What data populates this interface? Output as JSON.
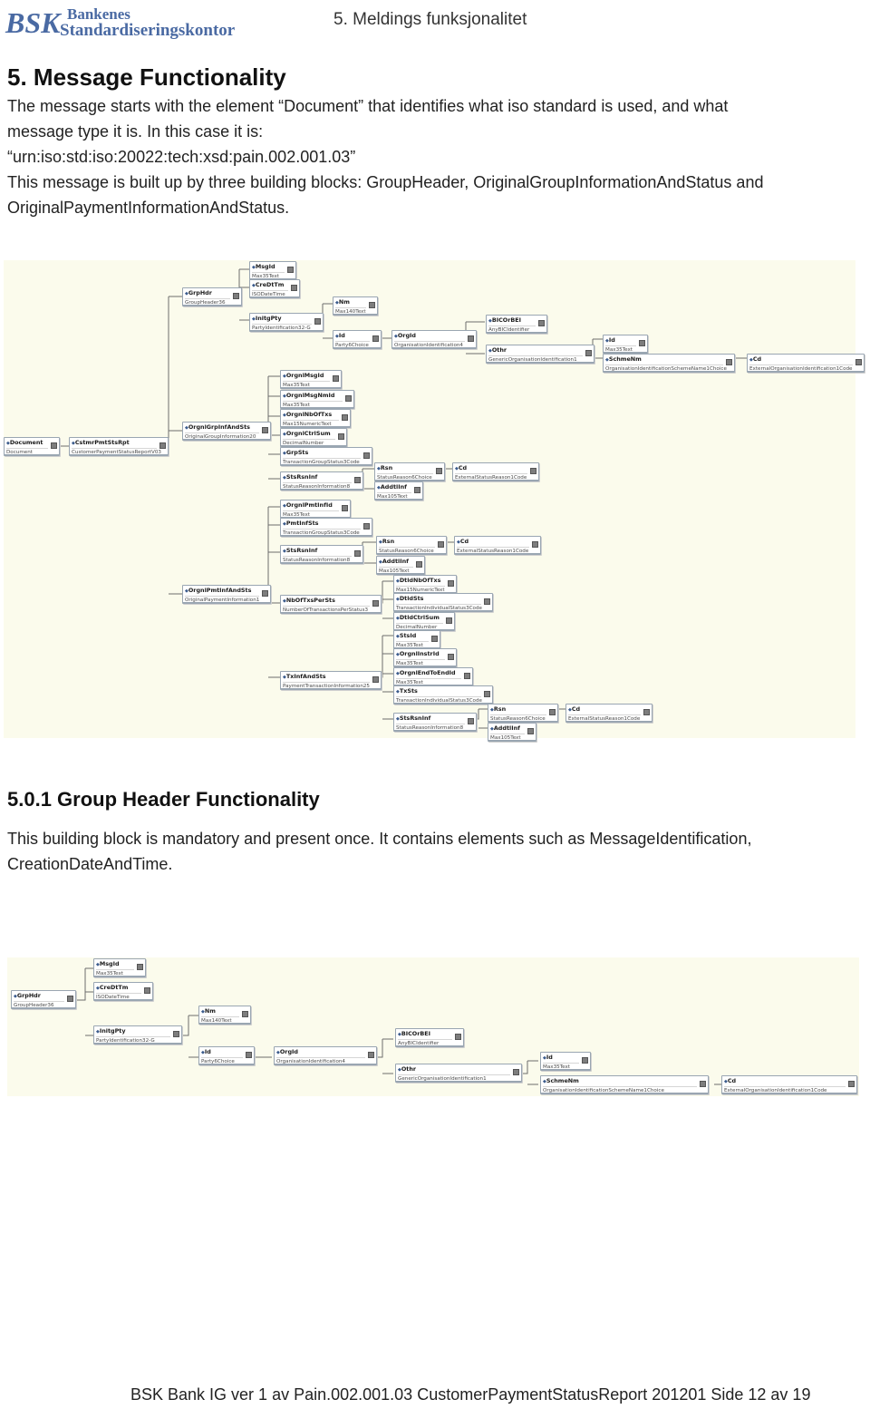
{
  "header": {
    "logo_text": "BSK",
    "logo_line1": "Bankenes",
    "logo_line2": "Standardiseringskontor",
    "running_title": "5. Meldings funksjonalitet"
  },
  "section": {
    "title": "5.  Message Functionality",
    "p1": "The message starts with the element “Document” that identifies what iso standard is used, and what",
    "p2": "message type it is. In this case it is:",
    "p3": "“urn:iso:std:iso:20022:tech:xsd:pain.002.001.03”",
    "p4": "This message is built up by three building blocks: GroupHeader, OriginalGroupInformationAndStatus and",
    "p5": "OriginalPaymentInformationAndStatus."
  },
  "diagram1": {
    "nodes": [
      {
        "name": "Document",
        "type": "Document"
      },
      {
        "name": "CstmrPmtStsRpt",
        "type": "CustomerPaymentStatusReportV03"
      },
      {
        "name": "GrpHdr",
        "type": "GroupHeader36"
      },
      {
        "name": "MsgId",
        "type": "Max35Text"
      },
      {
        "name": "CreDtTm",
        "type": "ISODateTime"
      },
      {
        "name": "InitgPty",
        "type": "PartyIdentification32-G"
      },
      {
        "name": "Nm",
        "type": "Max140Text"
      },
      {
        "name": "Id",
        "type": "Party6Choice"
      },
      {
        "name": "OrgId",
        "type": "OrganisationIdentification4"
      },
      {
        "name": "BICOrBEI",
        "type": "AnyBICIdentifier"
      },
      {
        "name": "Othr",
        "type": "GenericOrganisationIdentification1"
      },
      {
        "name": "Id",
        "type": "Max35Text"
      },
      {
        "name": "SchmeNm",
        "type": "OrganisationIdentificationSchemeName1Choice"
      },
      {
        "name": "Cd",
        "type": "ExternalOrganisationIdentification1Code"
      },
      {
        "name": "OrgnlGrpInfAndSts",
        "type": "OriginalGroupInformation20"
      },
      {
        "name": "OrgnlMsgId",
        "type": "Max35Text"
      },
      {
        "name": "OrgnlMsgNmId",
        "type": "Max35Text"
      },
      {
        "name": "OrgnlNbOfTxs",
        "type": "Max15NumericText"
      },
      {
        "name": "OrgnlCtrlSum",
        "type": "DecimalNumber"
      },
      {
        "name": "GrpSts",
        "type": "TransactionGroupStatus3Code"
      },
      {
        "name": "StsRsnInf",
        "type": "StatusReasonInformation8"
      },
      {
        "name": "Rsn",
        "type": "StatusReason6Choice"
      },
      {
        "name": "Cd",
        "type": "ExternalStatusReason1Code"
      },
      {
        "name": "AddtlInf",
        "type": "Max105Text"
      },
      {
        "name": "OrgnlPmtInfAndSts",
        "type": "OriginalPaymentInformation1"
      },
      {
        "name": "OrgnlPmtInfId",
        "type": "Max35Text"
      },
      {
        "name": "PmtInfSts",
        "type": "TransactionGroupStatus3Code"
      },
      {
        "name": "StsRsnInf",
        "type": "StatusReasonInformation8"
      },
      {
        "name": "Rsn",
        "type": "StatusReason6Choice"
      },
      {
        "name": "Cd",
        "type": "ExternalStatusReason1Code"
      },
      {
        "name": "AddtlInf",
        "type": "Max105Text"
      },
      {
        "name": "NbOfTxsPerSts",
        "type": "NumberOfTransactionsPerStatus3"
      },
      {
        "name": "DtldNbOfTxs",
        "type": "Max15NumericText"
      },
      {
        "name": "DtldSts",
        "type": "TransactionIndividualStatus3Code"
      },
      {
        "name": "DtldCtrlSum",
        "type": "DecimalNumber"
      },
      {
        "name": "TxInfAndSts",
        "type": "PaymentTransactionInformation25"
      },
      {
        "name": "StsId",
        "type": "Max35Text"
      },
      {
        "name": "OrgnlInstrId",
        "type": "Max35Text"
      },
      {
        "name": "OrgnlEndToEndId",
        "type": "Max35Text"
      },
      {
        "name": "TxSts",
        "type": "TransactionIndividualStatus3Code"
      },
      {
        "name": "StsRsnInf",
        "type": "StatusReasonInformation8"
      },
      {
        "name": "Rsn",
        "type": "StatusReason6Choice"
      },
      {
        "name": "Cd",
        "type": "ExternalStatusReason1Code"
      },
      {
        "name": "AddtlInf",
        "type": "Max105Text"
      }
    ]
  },
  "subsection": {
    "title": "5.0.1 Group Header Functionality",
    "p1": "This building block is mandatory and present once. It contains elements such as MessageIdentification,",
    "p2": "CreationDateAndTime."
  },
  "diagram2": {
    "nodes": [
      {
        "name": "GrpHdr",
        "type": "GroupHeader36"
      },
      {
        "name": "MsgId",
        "type": "Max35Text"
      },
      {
        "name": "CreDtTm",
        "type": "ISODateTime"
      },
      {
        "name": "InitgPty",
        "type": "PartyIdentification32-G"
      },
      {
        "name": "Nm",
        "type": "Max140Text"
      },
      {
        "name": "Id",
        "type": "Party6Choice"
      },
      {
        "name": "OrgId",
        "type": "OrganisationIdentification4"
      },
      {
        "name": "BICOrBEI",
        "type": "AnyBICIdentifier"
      },
      {
        "name": "Othr",
        "type": "GenericOrganisationIdentification1"
      },
      {
        "name": "Id",
        "type": "Max35Text"
      },
      {
        "name": "SchmeNm",
        "type": "OrganisationIdentificationSchemeName1Choice"
      },
      {
        "name": "Cd",
        "type": "ExternalOrganisationIdentification1Code"
      }
    ]
  },
  "footer": {
    "text": "BSK Bank IG ver 1 av Pain.002.001.03 CustomerPaymentStatusReport 201201     Side 12 av 19"
  }
}
